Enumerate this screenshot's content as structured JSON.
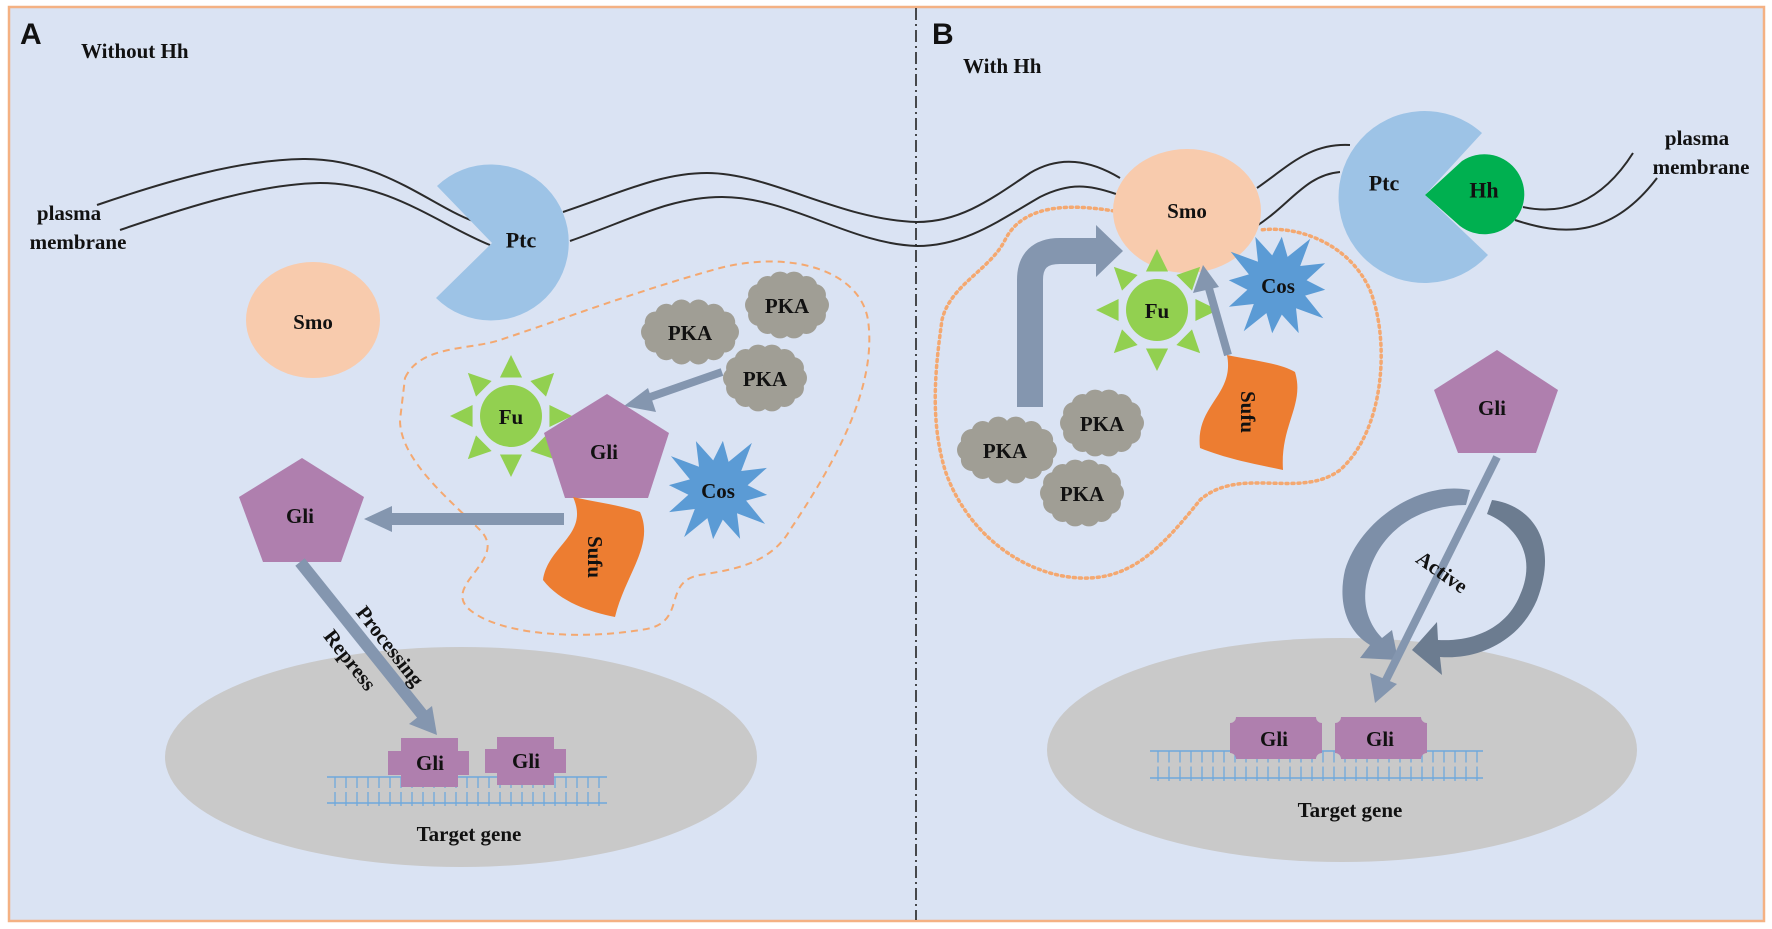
{
  "figure": {
    "colors": {
      "background": "#DAE3F3",
      "border": "#F4B183",
      "membrane_line": "#2B2B2B",
      "ptc": "#9DC3E6",
      "smo": "#F8CBAD",
      "hh": "#00B050",
      "fu": "#92D050",
      "cos": "#5B9BD5",
      "sufu": "#ED7D31",
      "gli": "#AF7FAE",
      "pka": "#A09E95",
      "arrow": "#8496AF",
      "arrow_dark": "#6C7C90",
      "nucleus": "#C9C9C9",
      "dna": "#6FA8DC",
      "complex_outline": "#F4B183",
      "divider": "#222222"
    }
  },
  "panel_a": {
    "letter": "A",
    "title": "Without Hh",
    "membrane_label_line1": "plasma",
    "membrane_label_line2": "membrane",
    "ptc": "Ptc",
    "smo": "Smo",
    "pka": [
      "PKA",
      "PKA",
      "PKA"
    ],
    "fu": "Fu",
    "gli_complex": "Gli",
    "cos": "Cos",
    "sufu": "Sufu",
    "gli_free": "Gli",
    "arrow_label_upper": "Processing",
    "arrow_label_lower": "Repress",
    "dna_gli": [
      "Gli",
      "Gli"
    ],
    "target_gene": "Target gene"
  },
  "panel_b": {
    "letter": "B",
    "title": "With Hh",
    "membrane_label_line1": "plasma",
    "membrane_label_line2": "membrane",
    "ptc": "Ptc",
    "hh": "Hh",
    "smo": "Smo",
    "fu": "Fu",
    "cos": "Cos",
    "sufu": "Sufu",
    "pka": [
      "PKA",
      "PKA",
      "PKA"
    ],
    "gli_free": "Gli",
    "cycle_label": "Active",
    "dna_gli": [
      "Gli",
      "Gli"
    ],
    "target_gene": "Target gene"
  }
}
